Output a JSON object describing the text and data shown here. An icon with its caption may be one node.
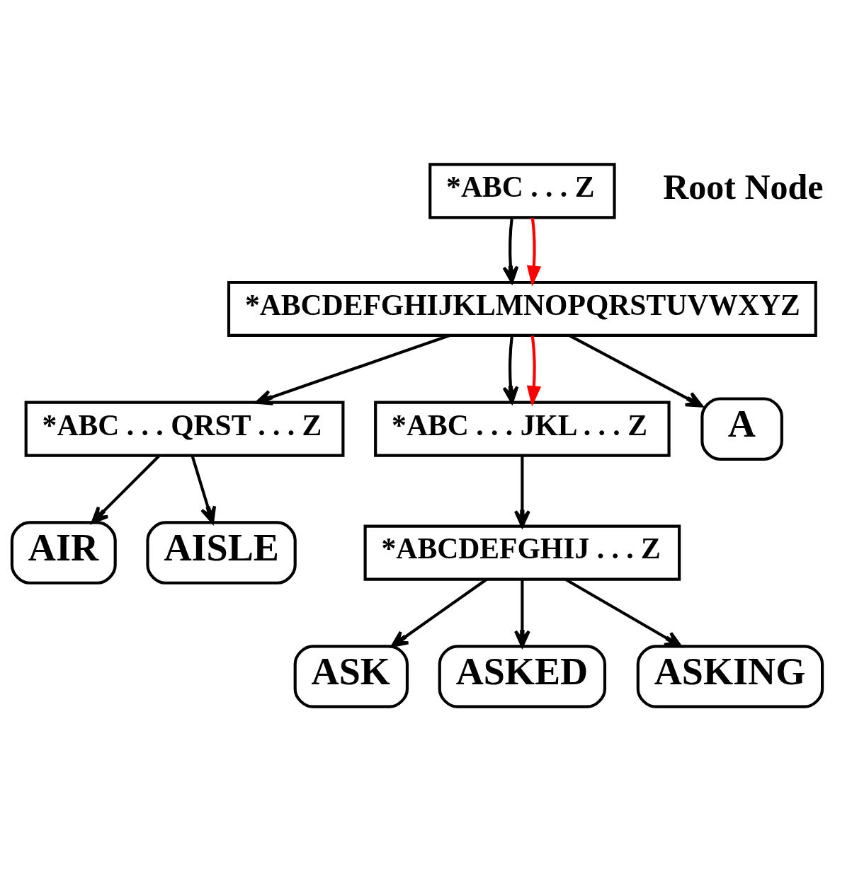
{
  "diagram": {
    "nodes": [
      {
        "text": [
          "*ABC . . . Z"
        ],
        "beside": [
          "Root Node"
        ]
      },
      {
        "text": [
          "*ABCDEFGHIJKLMNOPQRSTUVWXYZ"
        ]
      },
      {
        "text": [
          "*ABC . . . QRST . . . Z"
        ]
      },
      {
        "text": [
          "*ABC . . . JKL . . . Z"
        ]
      },
      {
        "text": [
          "*ABCDEFGHIJ . . . Z"
        ]
      },
      {
        "text": [
          "A"
        ]
      },
      {
        "text": [
          "AIR"
        ]
      },
      {
        "text": [
          "AISLE"
        ]
      },
      {
        "text": [
          "ASK"
        ]
      },
      {
        "text": [
          "ASKED"
        ]
      },
      {
        "text": [
          "ASKING"
        ]
      }
    ],
    "edges": [
      {
        "from": 0,
        "to": 1,
        "arrow": "to"
      },
      {
        "from": 0,
        "to": 1,
        "arrow": "to",
        "color": "#ff0000"
      },
      {
        "from": 1,
        "to": 5,
        "arrow": "to"
      },
      {
        "from": 1,
        "to": 2,
        "arrow": "to"
      },
      {
        "from": 1,
        "to": 3,
        "arrow": "to"
      },
      {
        "from": 1,
        "to": 3,
        "arrow": "to",
        "color": "#ff0000"
      },
      {
        "from": 2,
        "to": 6,
        "arrow": "to"
      },
      {
        "from": 2,
        "to": 7,
        "arrow": "to"
      },
      {
        "from": 3,
        "to": 4,
        "arrow": "to"
      },
      {
        "from": 4,
        "to": 8,
        "arrow": "to"
      },
      {
        "from": 4,
        "to": 9,
        "arrow": "to"
      },
      {
        "from": 4,
        "to": 10,
        "arrow": "to"
      }
    ]
  }
}
